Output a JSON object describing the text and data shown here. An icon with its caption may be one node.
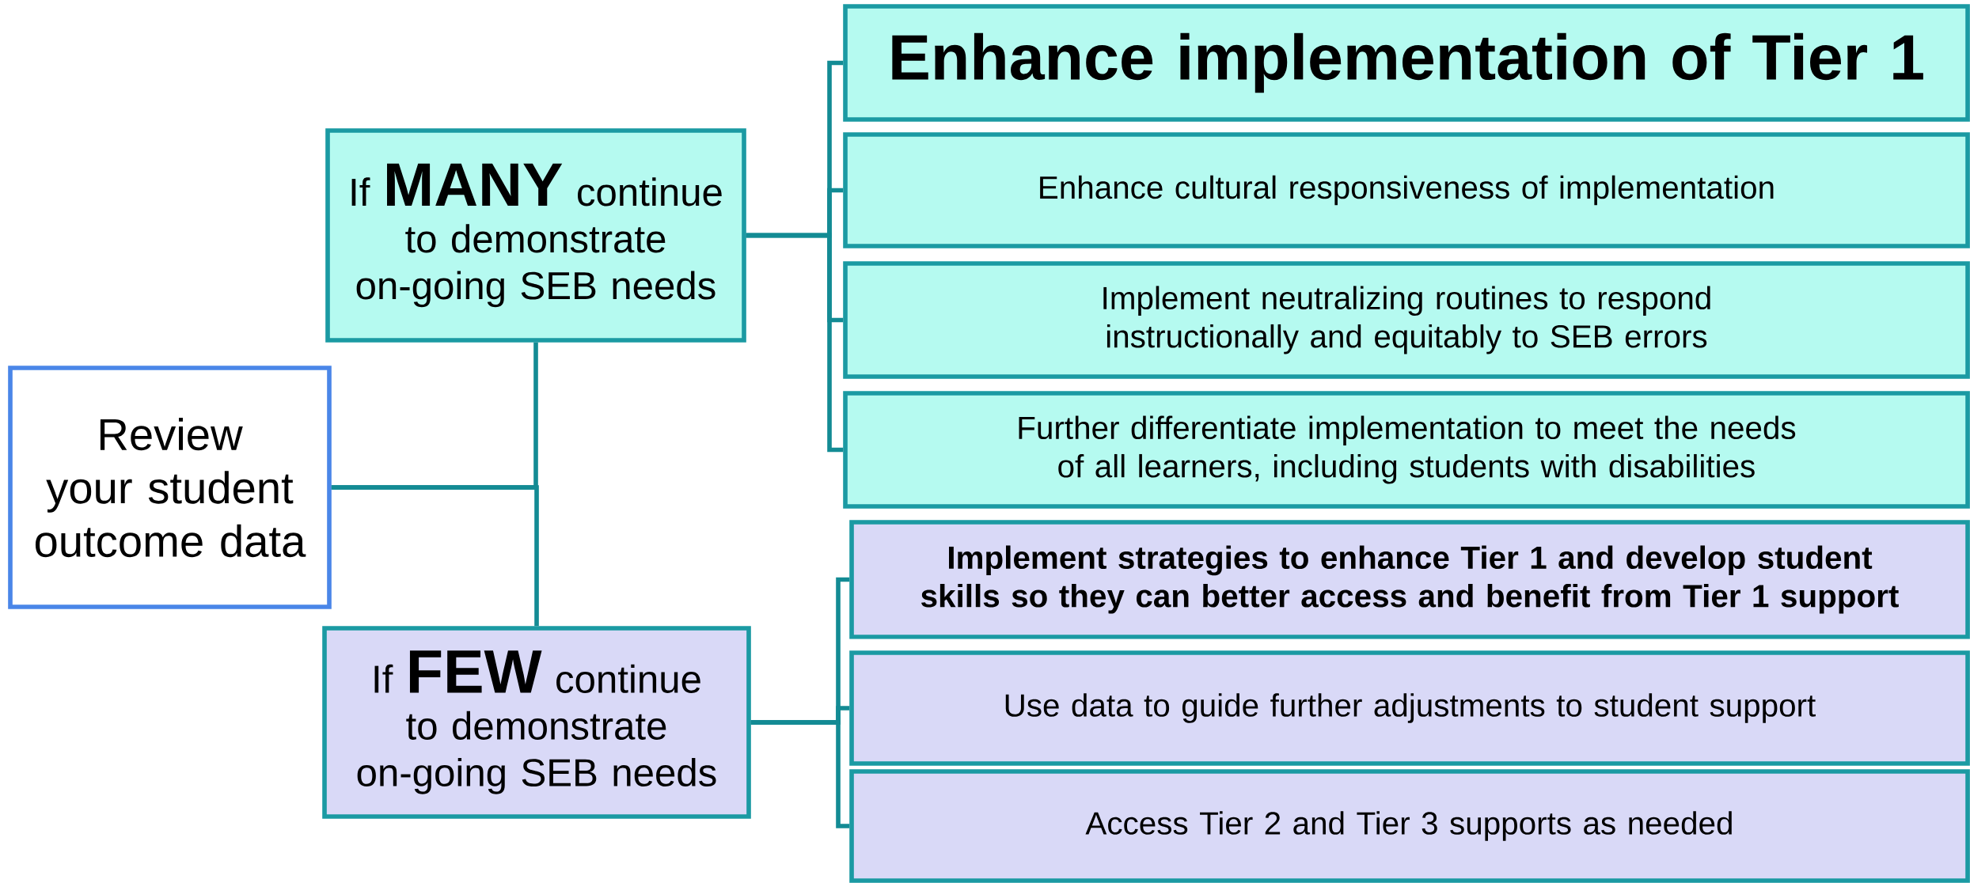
{
  "diagram": {
    "nodes": [
      {
        "text": [
          "Review your student outcome data"
        ]
      },
      {
        "text": [
          "If **MANY** continue to demonstrate on-going SEB needs"
        ]
      },
      {
        "text": [
          "Enhance implementation of Tier 1"
        ]
      },
      {
        "text": [
          "Enhance cultural responsiveness of implementation"
        ]
      },
      {
        "text": [
          "Implement neutralizing routines to respond instructionally and equitably to SEB errors"
        ]
      },
      {
        "text": [
          "Further differentiate implementation to meet the needs of all learners, including students with disabilities"
        ]
      },
      {
        "text": [
          "If **FEW** continue to demonstrate on-going SEB needs"
        ]
      },
      {
        "text": [
          "Implement strategies to enhance Tier 1 and develop student skills so they can better access and benefit from Tier 1 support"
        ]
      },
      {
        "text": [
          "Use data to guide further adjustments to student support"
        ]
      },
      {
        "text": [
          "Access Tier 2 and Tier 3 supports as needed"
        ]
      }
    ],
    "edges": [
      {
        "from": 0,
        "to": 1,
        "arrow": "none"
      },
      {
        "from": 0,
        "to": 6,
        "arrow": "none"
      },
      {
        "from": 1,
        "to": 2,
        "arrow": "none"
      },
      {
        "from": 1,
        "to": 3,
        "arrow": "none"
      },
      {
        "from": 1,
        "to": 4,
        "arrow": "none"
      },
      {
        "from": 1,
        "to": 5,
        "arrow": "none"
      },
      {
        "from": 6,
        "to": 7,
        "arrow": "none"
      },
      {
        "from": 6,
        "to": 8,
        "arrow": "none"
      },
      {
        "from": 6,
        "to": 9,
        "arrow": "none"
      }
    ]
  }
}
